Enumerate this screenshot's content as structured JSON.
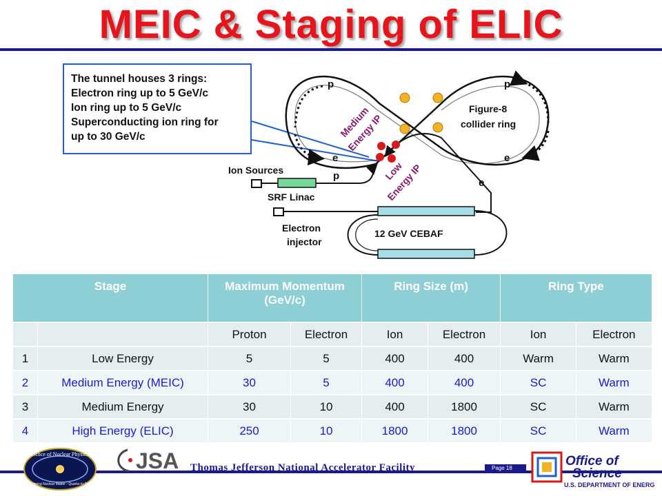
{
  "title": "MEIC & Staging of ELIC",
  "callout": {
    "lines": [
      "The tunnel houses 3 rings:",
      "Electron ring up to 5 GeV/c",
      "Ion ring up to 5 GeV/c",
      "Superconducting ion ring for",
      "up to 30 GeV/c"
    ]
  },
  "diagram": {
    "label_p_left": "p",
    "label_p_right": "p",
    "label_e_left": "e",
    "label_e_right": "e",
    "label_p_inject": "p",
    "label_e_inject": "e",
    "label_medium_ip_1": "Medium",
    "label_medium_ip_2": "Energy IP",
    "label_low_ip_1": "Low",
    "label_low_ip_2": "Energy IP",
    "label_figure8_1": "Figure-8",
    "label_figure8_2": "collider ring",
    "label_ion_sources": "Ion Sources",
    "label_srf_linac": "SRF Linac",
    "label_electron_injector_1": "Electron",
    "label_electron_injector_2": "injector",
    "label_cebaf": "12 GeV CEBAF",
    "colors": {
      "dot": "#f5b323",
      "ip_red": "#d61a1a",
      "linac": "#77d89a",
      "cebaf": "#a7dde6"
    }
  },
  "table": {
    "headers": [
      "Stage",
      "Maximum Momentum (GeV/c)",
      "Ring Size (m)",
      "Ring Type"
    ],
    "subheaders": [
      "",
      "",
      "Proton",
      "Electron",
      "Ion",
      "Electron",
      "Ion",
      "Electron"
    ],
    "rows": [
      [
        "1",
        "Low Energy",
        "5",
        "5",
        "400",
        "400",
        "Warm",
        "Warm"
      ],
      [
        "2",
        "Medium Energy (MEIC)",
        "30",
        "5",
        "400",
        "400",
        "SC",
        "Warm"
      ],
      [
        "3",
        "Medium Energy",
        "30",
        "10",
        "400",
        "1800",
        "SC",
        "Warm"
      ],
      [
        "4",
        "High Energy (ELIC)",
        "250",
        "10",
        "1800",
        "1800",
        "SC",
        "Warm"
      ]
    ],
    "colors": {
      "header": "#8ecfd6",
      "highlight_text": "#1a1acc"
    }
  },
  "footer": {
    "lab": "Thomas Jefferson National Accelerator Facility",
    "page": "Page 18",
    "onp_logo_text": "Office of Nuclear Physics",
    "onp_logo_tagline": "Exploring Nuclear Matter - Quarks to Stars",
    "jsa_logo_text": "JSA",
    "os_logo_text_1": "Office of",
    "os_logo_text_2": "Science",
    "os_logo_text_3": "U.S. DEPARTMENT OF ENERGY"
  }
}
